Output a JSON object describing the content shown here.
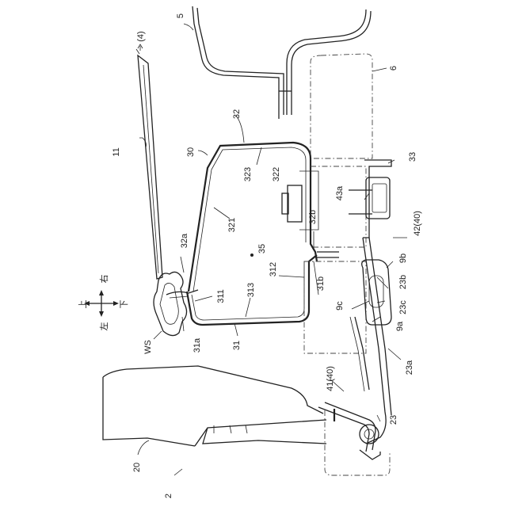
{
  "figure": {
    "labels": {
      "l2": "2",
      "l4": "(4)",
      "l5": "5",
      "l6": "6",
      "l11": "11",
      "l20": "20",
      "l23": "23",
      "l23a": "23a",
      "l23b": "23b",
      "l23c": "23c",
      "l30": "30",
      "l31": "31",
      "l31a": "31a",
      "l31b": "31b",
      "l32": "32",
      "l32a": "32a",
      "l32b": "32b",
      "l33": "33",
      "l35": "35",
      "l41": "41(40)",
      "l42": "42(40)",
      "l43a": "43a",
      "l9a": "9a",
      "l9b": "9b",
      "l9c": "9c",
      "l311": "311",
      "l312": "312",
      "l313": "313",
      "l321": "321",
      "l322": "322",
      "l323": "323",
      "lws": "WS"
    },
    "compass": {
      "up": "上",
      "down": "下",
      "left": "左",
      "right": "右"
    }
  }
}
